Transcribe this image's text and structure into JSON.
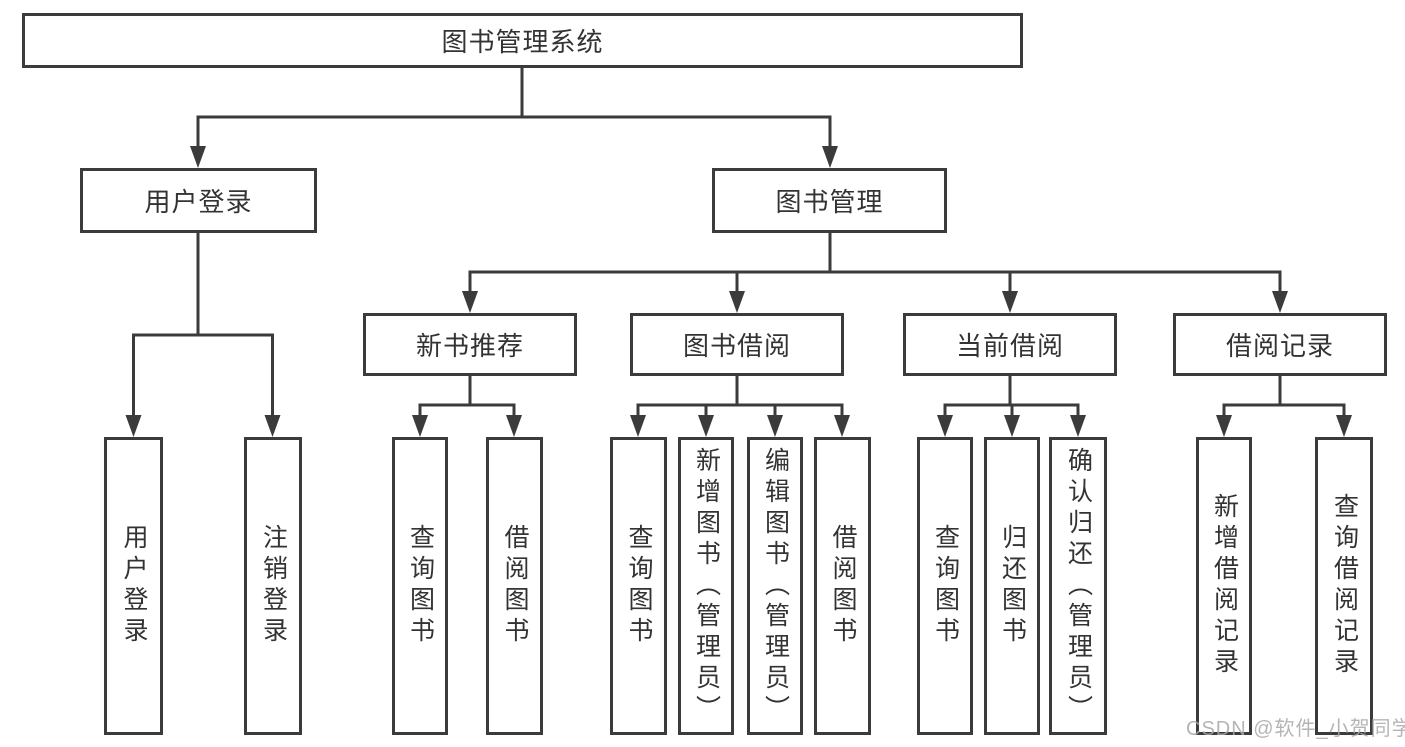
{
  "diagram_title": "图书管理系统",
  "watermark": {
    "text": "CSDN @软件_小贺同学"
  },
  "colors": {
    "line": "#3b3b3b",
    "text": "#333333",
    "background": "#ffffff",
    "watermark": "#a8a8a8"
  },
  "tree": {
    "label": "图书管理系统",
    "children": [
      {
        "label": "用户登录",
        "children": [
          {
            "label": "用户登录"
          },
          {
            "label": "注销登录"
          }
        ]
      },
      {
        "label": "图书管理",
        "children": [
          {
            "label": "新书推荐",
            "children": [
              {
                "label": "查询图书"
              },
              {
                "label": "借阅图书"
              }
            ]
          },
          {
            "label": "图书借阅",
            "children": [
              {
                "label": "查询图书"
              },
              {
                "label": "新增图书（管理员）"
              },
              {
                "label": "编辑图书（管理员）"
              },
              {
                "label": "借阅图书"
              }
            ]
          },
          {
            "label": "当前借阅",
            "children": [
              {
                "label": "查询图书"
              },
              {
                "label": "归还图书"
              },
              {
                "label": "确认归还（管理员）"
              }
            ]
          },
          {
            "label": "借阅记录",
            "children": [
              {
                "label": "新增借阅记录"
              },
              {
                "label": "查询借阅记录"
              }
            ]
          }
        ]
      }
    ]
  }
}
